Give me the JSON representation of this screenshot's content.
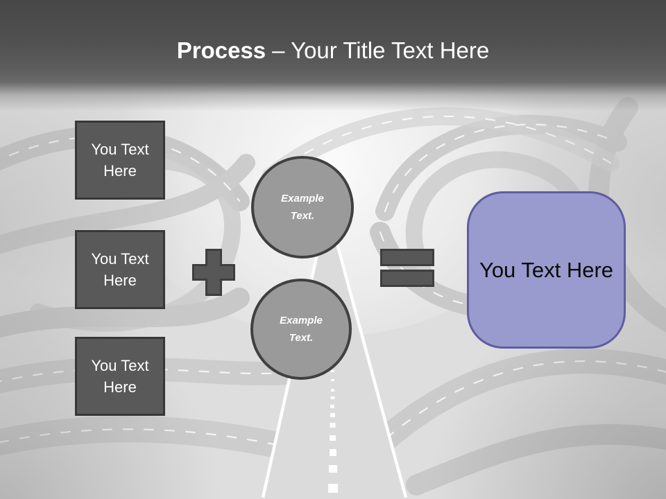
{
  "header": {
    "title_bold": "Process",
    "title_rest": "– Your Title Text Here"
  },
  "input_boxes": [
    {
      "label": "You Text Here"
    },
    {
      "label": "You Text Here"
    },
    {
      "label": "You Text Here"
    }
  ],
  "example_circles": [
    {
      "label": "Example Text."
    },
    {
      "label": "Example Text."
    }
  ],
  "operators": {
    "plus_icon": "plus-icon",
    "equals_icon": "equals-icon"
  },
  "result_box": {
    "label": "You Text Here"
  },
  "colors": {
    "header_dark": "#474747",
    "title_text": "#ffffff",
    "box_fill": "#595959",
    "box_border": "#373737",
    "box_text": "#ffffff",
    "circle_fill": "#9a9a9a",
    "circle_border": "#404040",
    "circle_text": "#ffffff",
    "operator_fill": "#575757",
    "operator_border": "#3e3e3e",
    "result_fill": "#999bce",
    "result_border": "#5c5e9e",
    "result_text": "#0a0a0a"
  }
}
